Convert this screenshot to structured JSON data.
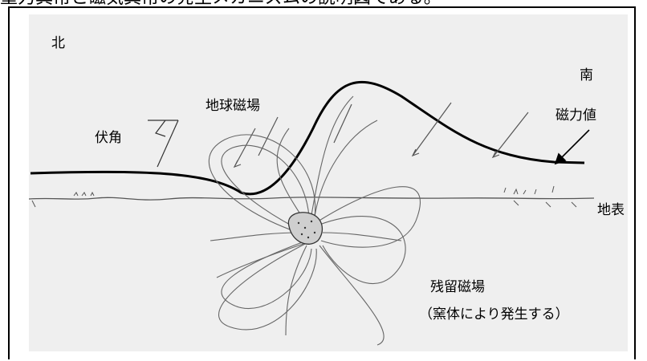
{
  "caption": "重力異常と磁気異常の発生メカニズムの説明図である。",
  "labels": {
    "north": "北",
    "south": "南",
    "dip": "伏角",
    "earth_field": "地球磁場",
    "magnetic_value": "磁力値",
    "surface": "地表",
    "remanent_field": "残留磁場",
    "remanent_note": "（窯体により発生する）"
  }
}
